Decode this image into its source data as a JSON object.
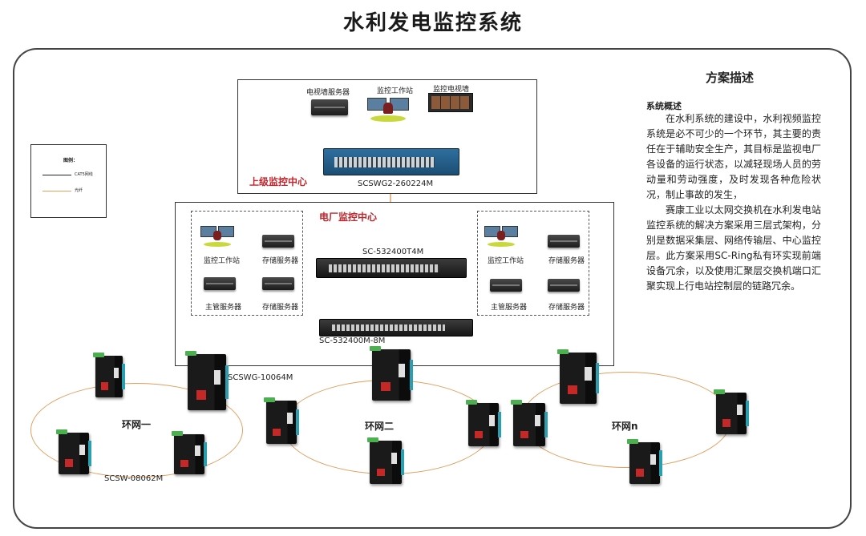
{
  "title": "水利发电监控系统",
  "legend": {
    "title": "图例：",
    "items": [
      {
        "label": "CAT5网线",
        "color": "#222222"
      },
      {
        "label": "光纤",
        "color": "#e0a060"
      }
    ]
  },
  "upper_center": {
    "label": "上级监控中心",
    "devices": [
      "电视墙服务器",
      "监控工作站",
      "监控电视墙"
    ],
    "switch_model": "SCSWG2-260224M"
  },
  "plant_center": {
    "label": "电厂监控中心",
    "left_group": [
      "监控工作站",
      "存储服务器",
      "主管服务器",
      "存储服务器"
    ],
    "right_group": [
      "监控工作站",
      "存储服务器",
      "主管服务器",
      "存储服务器"
    ],
    "core_switch": "SC-532400T4M",
    "agg_switch": "SC-532400M-8M"
  },
  "rings": {
    "ring1": "环网一",
    "ring2": "环网二",
    "ringn": "环网n",
    "model_a": "SCSWG-10064M",
    "model_b": "SCSW-08062M"
  },
  "description": {
    "title": "方案描述",
    "subtitle": "系统概述",
    "p1": "在水利系统的建设中，水利视频监控系统是必不可少的一个环节，其主要的责任在于辅助安全生产，其目标是监视电厂各设备的运行状态，以减轻现场人员的劳动量和劳动强度，及时发现各种危险状况，制止事故的发生，",
    "p2": "赛康工业以太网交换机在水利发电站监控系统的解决方案采用三层式架构，分别是数据采集层、网络传输层、中心监控层。此方案采用SC-Ring私有环实现前端设备冗余，以及使用汇聚层交换机端口汇聚实现上行电站控制层的链路冗余。"
  },
  "colors": {
    "fiber": "#e0a060",
    "cable": "#222222",
    "center_label": "#c0262b"
  }
}
